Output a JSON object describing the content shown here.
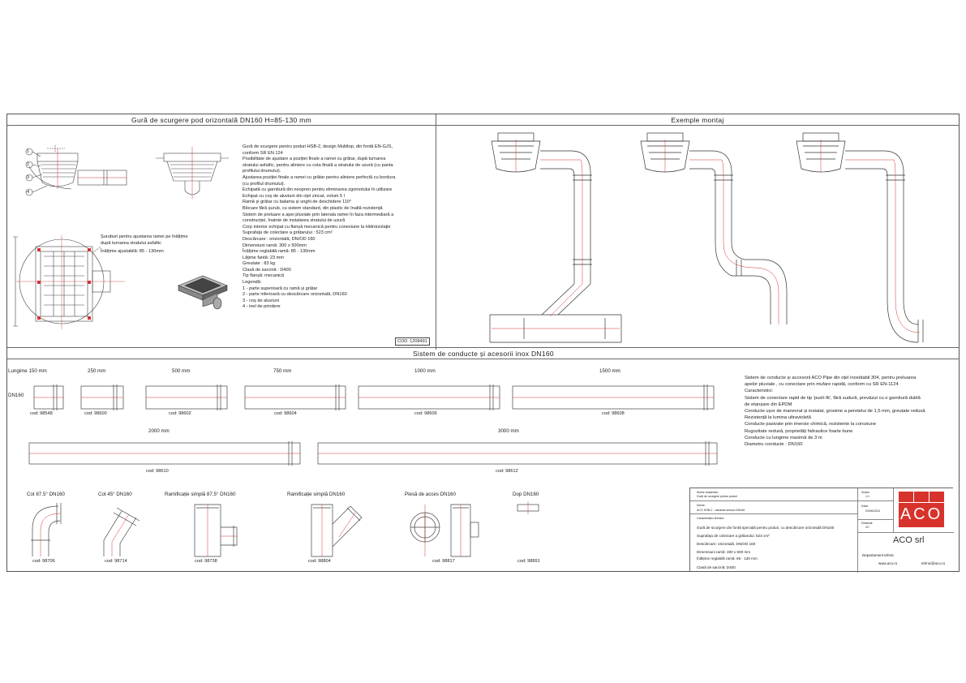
{
  "headers": {
    "left": "Gură de scurgere pod orizontală DN160 H=85-130 mm",
    "right": "Exemple montaj",
    "mid": "Sistem de conducte și acesorii inox DN160"
  },
  "product_text": [
    "Gură de scurgere pentru poduri HSB-2, design Multitop, din fontă EN-GJS,",
    "conform SR EN 124",
    "Posibilitate de ajustare a poziției finale a ramei cu grătar, după turnarea",
    "stratului asfaltic, pentru aliniere cu cota finală a stratului de uzură (cu panta",
    "profilului drumului).",
    "Ajustarea poziției finale a ramei cu grătar pentru aliniere perfectă cu bordura",
    "(cu profilul drumului).",
    "Echipată cu garnitură din neopren pentru eliminarea zgomotului în utilizare",
    "Echipat cu coș de aluviuni din oțel zincat, volum 5 l",
    "Ramă și grătar cu balama și unghi de deschidere 110°",
    "Blocare fără șurub, cu sistem standard, din plastic de înaltă rezistență",
    "Sistem de preluare a apei pluviale prin laterala ramei în faza intermediară a",
    "construcției, înainte de instalarea stratului de uzură",
    "Corp interior echipat cu flanșă mecanică pentru conexiune la Hidroizolație",
    "Suprafața de colectare a grătarului : 523 cm²",
    "Descărcare : orizontală, DN/OD 160",
    "Dimensiuni ramă: 300 x 500mm",
    "Înălțime reglabilă ramă: 85 - 130mm",
    "Lățime fantă: 23 mm",
    "Greutate : 83 kg",
    "Clasă de sarcină : D400",
    "Tip flanșă: mecanică",
    "Legendă:",
    "1 - parte superioară cu ramă și grătar",
    "2 - parte inferioară cu descărcare orizontală, DN160",
    "3 - coș de aluviuni",
    "4 - inel de prindere"
  ],
  "drawing_notes": {
    "screw_note_1": "Șuruburi pentru ajustarea ramei pe înălțime",
    "screw_note_2": "după turnarea stratului asfaltic",
    "height_note": "Înălțime ajustabilă: 85 - 130mm",
    "cod_main": "COD: 1208491"
  },
  "callouts": [
    "1",
    "2",
    "3",
    "4"
  ],
  "pipe_labels": {
    "row_label": "Lungime 150 mm",
    "dn_label": "DN160",
    "lengths": [
      "250 mm",
      "500 mm",
      "750 mm",
      "1000 mm",
      "1500 mm",
      "2000 mm",
      "3000 mm"
    ],
    "codes": [
      "cod: 98548",
      "cod: 98600",
      "cod: 98602",
      "cod: 98604",
      "cod: 98606",
      "cod: 98608",
      "cod: 98610",
      "cod: 98612"
    ]
  },
  "fittings": {
    "names": [
      "Cot 87.5° DN160",
      "Cot 45° DN160",
      "Ramificație simplă 87.5° DN160",
      "Ramificație simplă DN160",
      "Piesă de acces DN160",
      "Dop DN160"
    ],
    "codes": [
      "cod: 98706",
      "cod: 98714",
      "cod: 98738",
      "cod: 98804",
      "cod: 98817",
      "cod: 98891"
    ]
  },
  "system_text": {
    "intro_1": "Sistem de conducte și accesorii ACO Pipe din oțel inoxidabil 304, pentru preluarea",
    "intro_2": "apelor pluviale , cu conectare prin mufare rapidă, conform cu SR EN-1124",
    "features_title": "Caracteristici:",
    "features": [
      "Sistem de conectare rapid de tip 'push-fit', fără sudură, prevăzut cu o garnitură dublă",
      "de etanșare din EPDM",
      "Conducte ușor de manevrat și instalat, grosime a peretelui de 1,5 mm, greutate redusă",
      "Rezistență la lumina ultravioletă",
      "Conducte pasivate prin imersie chimică, rezistente la coroziune",
      "Rugozitate redusă, proprietăți hidraulice foarte bune",
      "Conducte cu lungime maximă de 3 m",
      "Diametru conducte : DN160"
    ]
  },
  "title_block": {
    "lbl_name": "Nume ansamblu:",
    "val_name": "Gură de scurgere pentru poduri",
    "lbl_type": "Nume:",
    "val_type": "ACO HSB-2 - varianta sensor DN160",
    "lbl_char": "Caracteristici tehnice:",
    "lines": [
      "Gură de scurgere din fontă specială pentru poduri, cu descărcare orizontală DN160",
      "Suprafața de colectare a grătarului: 523 cm²",
      "Descărcare: orizontală, DN/OD 160",
      "Dimensiuni ramă: 300 x 500 mm",
      "Înălțime reglabilă ramă: 85 - 130 mm",
      "Clasă de sarcină: D400"
    ],
    "lbl_scale": "Scara:",
    "val_scale": "1:1",
    "lbl_date": "Data:",
    "val_date": "03/06/2024",
    "lbl_drawn": "Desenat:",
    "val_drawn": "VC",
    "brand_logo": "ACO",
    "company": "ACO srl",
    "dept": "Departament tehnic",
    "web": "www.aco.ro",
    "email": "tehnic@aco.ro"
  },
  "colors": {
    "accent_red": "#d7332c",
    "line": "#555555",
    "redline": "#d33333"
  }
}
